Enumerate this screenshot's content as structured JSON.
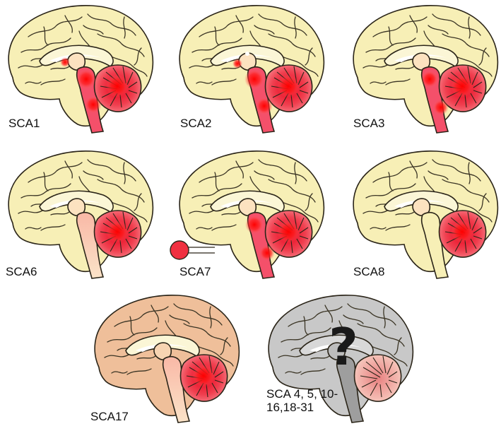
{
  "colors": {
    "cortex_normal": "#f7efb6",
    "cortex_sca17": "#efbf9a",
    "lesion": "#e8151e",
    "pale_lesion": "#f6b29e",
    "unknown_gray": "#c8c8c8",
    "outline": "#2a2418"
  },
  "panels": [
    {
      "label": "SCA1",
      "variant": "sca1"
    },
    {
      "label": "SCA2",
      "variant": "sca2"
    },
    {
      "label": "SCA3",
      "variant": "sca3"
    },
    {
      "label": "SCA6",
      "variant": "sca6"
    },
    {
      "label": "SCA7",
      "variant": "sca7"
    },
    {
      "label": "SCA8",
      "variant": "sca8"
    },
    {
      "label": "SCA17",
      "variant": "sca17"
    },
    {
      "label": "SCA 4, 5, 10-\n16,18-31",
      "variant": "unknown",
      "symbol": "?"
    }
  ]
}
